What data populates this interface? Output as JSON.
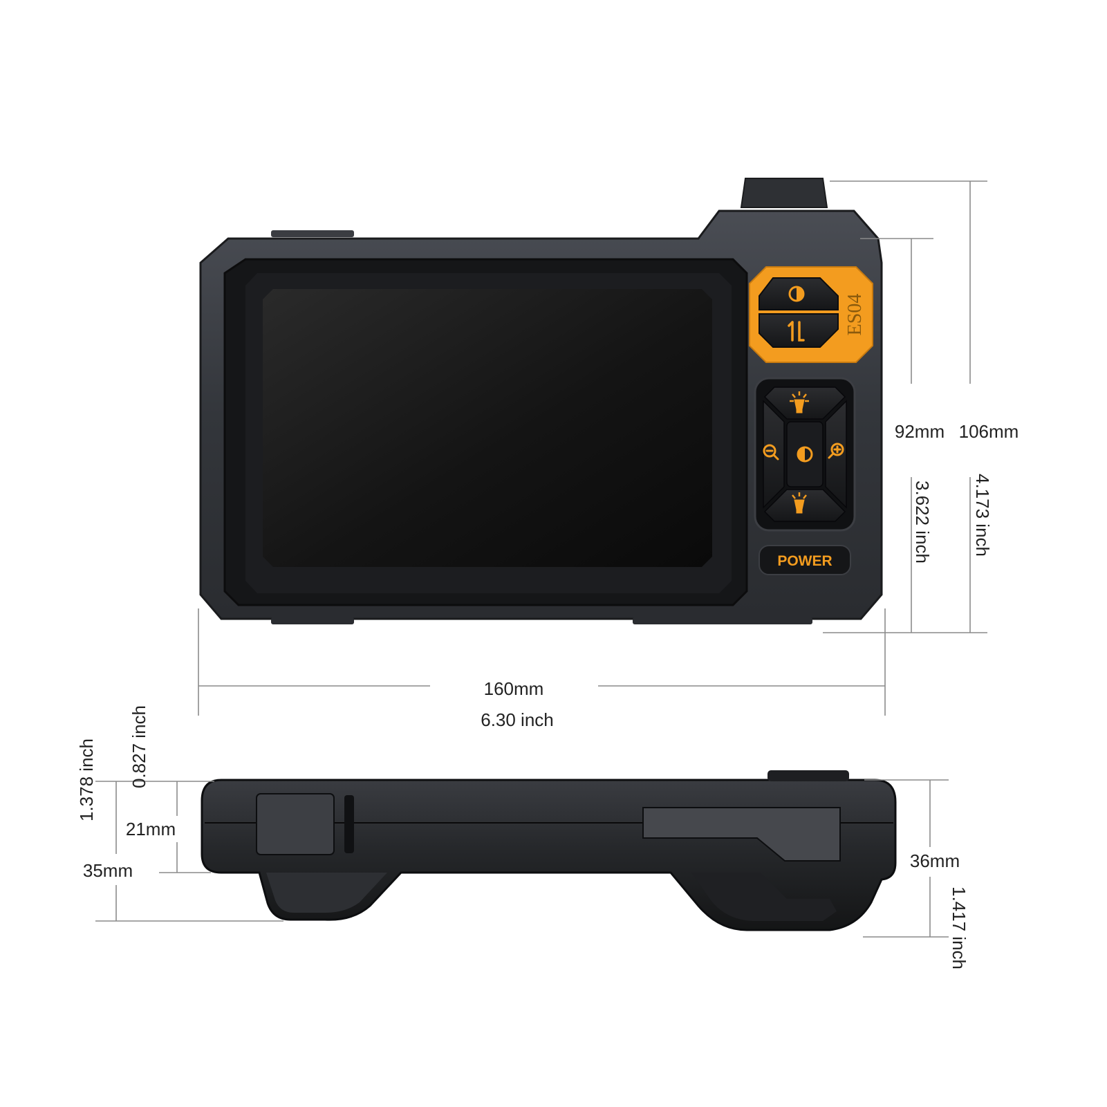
{
  "device": {
    "model_label": "ES04",
    "power_label": "POWER",
    "icons": {
      "top_button": "contrast-icon",
      "second_button": "rotate-flip-icon",
      "dpad_up": "light-up-icon",
      "dpad_down": "light-down-icon",
      "dpad_left": "zoom-out-icon",
      "dpad_right": "zoom-in-icon",
      "dpad_center": "capture-icon"
    }
  },
  "dimensions": {
    "width_mm": "160mm",
    "width_in": "6.30 inch",
    "height_body_mm": "92mm",
    "height_body_in": "3.622 inch",
    "height_total_mm": "106mm",
    "height_total_in": "4.173 inch",
    "side_thin_in": "0.827 inch",
    "side_thin_mm": "21mm",
    "side_grip_in": "1.378 inch",
    "side_grip_mm": "35mm",
    "side_right_mm": "36mm",
    "side_right_in": "1.417 inch"
  },
  "colors": {
    "accent_orange": "#f39c1f",
    "body_dark": "#2b2d31",
    "screen": "#121212"
  }
}
